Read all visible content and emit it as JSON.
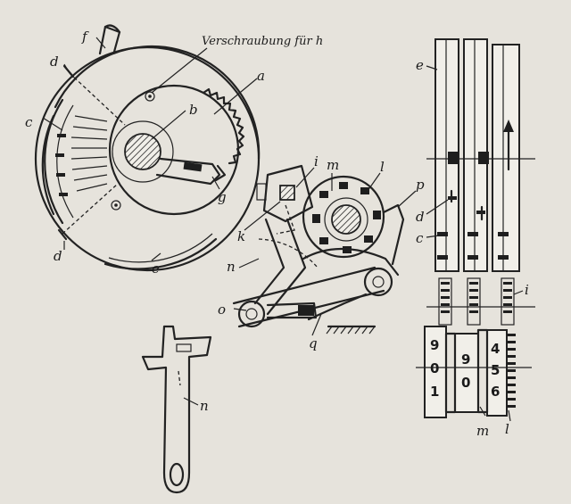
{
  "caption": "Verschraubung für h",
  "labels": {
    "a": "a",
    "b": "b",
    "c": "c",
    "d_top": "d",
    "d_bottom": "d",
    "e_left": "e",
    "f": "f",
    "g": "g",
    "i_mid": "i",
    "m_mid": "m",
    "l_mid": "l",
    "p": "p",
    "k": "k",
    "n_mid": "n",
    "o": "o",
    "q": "q",
    "n_bottom": "n",
    "e_right": "e",
    "d_right": "d",
    "c_right": "c",
    "i_right": "i",
    "m_right": "m",
    "l_right": "l"
  },
  "counter_digits": {
    "wheel1": [
      "9",
      "0",
      "1"
    ],
    "wheel2": [
      "9",
      "0"
    ],
    "wheel3": [
      "4",
      "5",
      "6"
    ]
  }
}
